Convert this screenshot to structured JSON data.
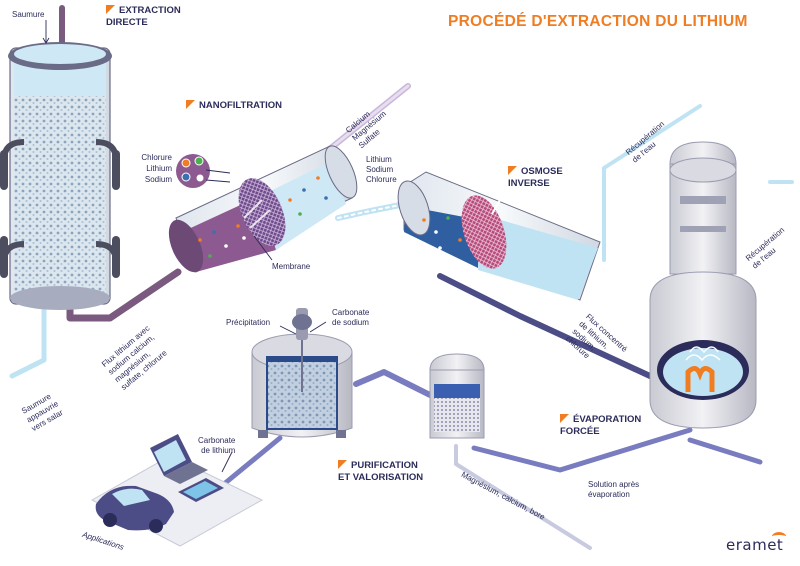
{
  "title": "PROCÉDÉ D'EXTRACTION DU LITHIUM",
  "sections": {
    "extraction": [
      "EXTRACTION",
      "DIRECTE"
    ],
    "nanofiltration": "NANOFILTRATION",
    "osmose": [
      "OSMOSE",
      "INVERSE"
    ],
    "evaporation": [
      "ÉVAPORATION",
      "FORCÉE"
    ],
    "purification": [
      "PURIFICATION",
      "ET VALORISATION"
    ]
  },
  "labels": {
    "saumure": "Saumure",
    "saumure_appauvrie": [
      "Saumure",
      "appauvrie",
      "vers salar"
    ],
    "chlorure": "Chlorure",
    "lithium": "Lithium",
    "sodium": "Sodium",
    "membrane": "Membrane",
    "flux_lithium": [
      "Flux lithium avec",
      "sodium calcium,",
      "magnésium,",
      "sulfate, chlorure"
    ],
    "calcium_mg": [
      "Calcium",
      "Magnésium",
      "Sulfate"
    ],
    "lithium_sodium_chlorure": [
      "Lithium",
      "Sodium",
      "Chlorure"
    ],
    "recup_eau_1": [
      "Récupération",
      "de l'eau"
    ],
    "recup_eau_2": [
      "Récupération",
      "de l'eau"
    ],
    "flux_concentre": [
      "Flux concentré",
      "de lithium,",
      "sodium,",
      "chlorure"
    ],
    "precipitation": "Précipitation",
    "carbonate_sodium": [
      "Carbonate",
      "de sodium"
    ],
    "carbonate_lithium": [
      "Carbonate",
      "de lithium"
    ],
    "solution_apres": [
      "Solution après",
      "évaporation"
    ],
    "mg_ca_bore": "Magnésium, calcium, bore",
    "applications": "Applications"
  },
  "logo": "eramet",
  "colors": {
    "accent": "#f07d22",
    "navy": "#2b2c5a",
    "pipe": "#7a7cc0",
    "purple_liquid": "#8c5a90",
    "light_blue": "#bfe3f3",
    "deep_blue": "#2f5fa0"
  }
}
